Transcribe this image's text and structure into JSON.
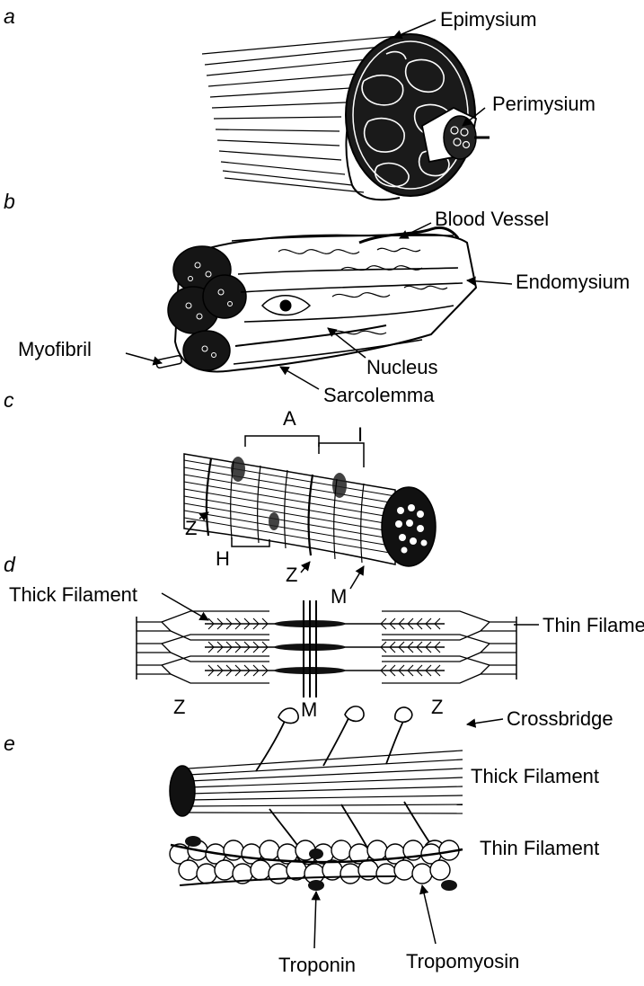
{
  "panels": {
    "a": {
      "letter": "a",
      "labels": {
        "epimysium": "Epimysium",
        "perimysium": "Perimysium"
      }
    },
    "b": {
      "letter": "b",
      "labels": {
        "blood_vessel": "Blood Vessel",
        "endomysium": "Endomysium",
        "myofibril": "Myofibril",
        "nucleus": "Nucleus",
        "sarcolemma": "Sarcolemma"
      }
    },
    "c": {
      "letter": "c",
      "labels": {
        "a_band": "A",
        "i_band": "I",
        "z_left": "Z",
        "h_zone": "H",
        "z_mid": "Z",
        "m_line": "M"
      }
    },
    "d": {
      "letter": "d",
      "labels": {
        "thick_filament": "Thick Filament",
        "thin_filament": "Thin Filament",
        "z_left": "Z",
        "m_line": "M",
        "z_right": "Z"
      }
    },
    "e": {
      "letter": "e",
      "labels": {
        "crossbridge": "Crossbridge",
        "thick_filament": "Thick Filament",
        "thin_filament": "Thin Filament",
        "troponin": "Troponin",
        "tropomyosin": "Tropomyosin"
      }
    }
  },
  "colors": {
    "ink": "#000000",
    "paper": "#ffffff"
  }
}
